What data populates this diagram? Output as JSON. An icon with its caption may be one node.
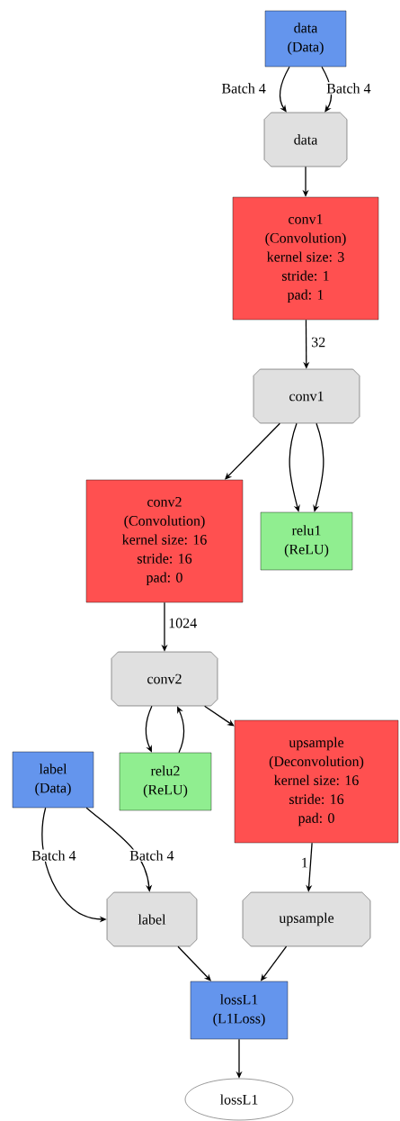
{
  "diagram": {
    "nodes": [
      {
        "text": [
          "data",
          "(Data)"
        ]
      },
      {
        "text": [
          "data"
        ]
      },
      {
        "text": [
          "conv1",
          "(Convolution)",
          "kernel size: 3",
          "stride: 1",
          "pad: 1"
        ]
      },
      {
        "text": [
          "conv1"
        ]
      },
      {
        "text": [
          "conv2",
          "(Convolution)",
          "kernel size: 16",
          "stride: 16",
          "pad: 0"
        ]
      },
      {
        "text": [
          "relu1",
          "(ReLU)"
        ]
      },
      {
        "text": [
          "conv2"
        ]
      },
      {
        "text": [
          "relu2",
          "(ReLU)"
        ]
      },
      {
        "text": [
          "upsample",
          "(Deconvolution)",
          "kernel size: 16",
          "stride: 16",
          "pad: 0"
        ]
      },
      {
        "text": [
          "label",
          "(Data)"
        ]
      },
      {
        "text": [
          "label"
        ]
      },
      {
        "text": [
          "upsample"
        ]
      },
      {
        "text": [
          "lossL1",
          "(L1Loss)"
        ]
      },
      {
        "text": [
          "lossL1"
        ]
      }
    ],
    "edges": [
      {
        "from": 0,
        "to": 1,
        "arrow": "to",
        "label": "Batch 4"
      },
      {
        "from": 0,
        "to": 1,
        "arrow": "to",
        "label": "Batch 4"
      },
      {
        "from": 1,
        "to": 2,
        "arrow": "to"
      },
      {
        "from": 2,
        "to": 3,
        "arrow": "to",
        "label": "32"
      },
      {
        "from": 3,
        "to": 4,
        "arrow": "to"
      },
      {
        "from": 3,
        "to": 5,
        "arrow": "to"
      },
      {
        "from": 3,
        "to": 5,
        "arrow": "to"
      },
      {
        "from": 4,
        "to": 6,
        "arrow": "to",
        "label": "1024"
      },
      {
        "from": 6,
        "to": 7,
        "arrow": "to"
      },
      {
        "from": 7,
        "to": 6,
        "arrow": "to"
      },
      {
        "from": 6,
        "to": 8,
        "arrow": "to"
      },
      {
        "from": 9,
        "to": 10,
        "arrow": "to",
        "label": "Batch 4"
      },
      {
        "from": 9,
        "to": 10,
        "arrow": "to",
        "label": "Batch 4"
      },
      {
        "from": 8,
        "to": 11,
        "arrow": "to",
        "label": "1"
      },
      {
        "from": 10,
        "to": 12,
        "arrow": "to"
      },
      {
        "from": 11,
        "to": 12,
        "arrow": "to"
      },
      {
        "from": 12,
        "to": 13,
        "arrow": "to"
      }
    ]
  }
}
